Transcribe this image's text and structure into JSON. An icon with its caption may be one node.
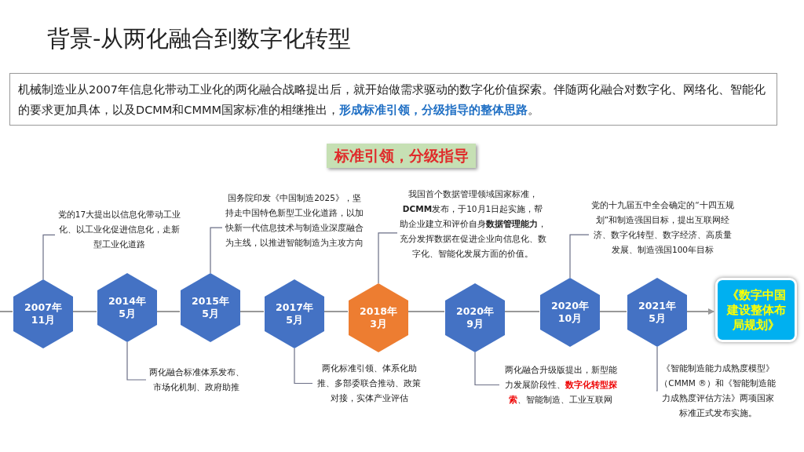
{
  "diagram": {
    "title": "背景-从两化融合到数字化转型",
    "nodes": [
      {
        "text": [
          "机械制造业从2007年信息化带动工业化的两化融合战略提出后，就开始做需求驱动的数字化价值探索。伴随两化融合对数字化、网络化、智能化的要求更加具体，以及DCMM和CMMM国家标准的相继推出，**形成标准引领，分级指导的整体思路**。"
        ]
      },
      {
        "text": [
          "标准引领，分级指导"
        ]
      },
      {
        "text": [
          "2007年11月"
        ]
      },
      {
        "text": [
          "2014年5月"
        ]
      },
      {
        "text": [
          "2015年5月"
        ]
      },
      {
        "text": [
          "2017年5月"
        ]
      },
      {
        "text": [
          "2018年3月"
        ]
      },
      {
        "text": [
          "2020年9月"
        ]
      },
      {
        "text": [
          "2020年10月"
        ]
      },
      {
        "text": [
          "2021年5月"
        ]
      },
      {
        "text": [
          "《数字中国建设整体布局规划》"
        ]
      },
      {
        "text": [
          "党的17大提出以信息化带动工业化、以工业化促进信息化，走新型工业化道路"
        ]
      },
      {
        "text": [
          "两化融合标准体系发布、市场化机制、政府助推"
        ]
      },
      {
        "text": [
          "国务院印发《中国制造2025》，坚持走中国特色新型工业化道路，以加快新一代信息技术与制造业深度融合为主线，以推进智能制造为主攻方向"
        ]
      },
      {
        "text": [
          "两化标准引领、体系化助推、多部委联合推动、政策对接，实体产业评估"
        ]
      },
      {
        "text": [
          "我国首个数据管理领域国家标准，**DCMM**发布，于10月1日起实施，帮助企业建立和评价自身**数据管理能力**，充分发挥数据在促进企业向信息化、数字化、智能化发展方面的价值。"
        ]
      },
      {
        "text": [
          "两化融合升级版提出，新型能力发展阶段性、**数字化转型探索**、智能制造、工业互联网"
        ]
      },
      {
        "text": [
          "党的十九届五中全会确定的“十四五规划”和制造强国目标，提出互联网经济、数字化转型、数字经济、高质量发展、制造强国100年目标"
        ]
      },
      {
        "text": [
          "《智能制造能力成熟度模型》（CMMM ®）和《智能制造能力成熟度评估方法》两项国家标准正式发布实施。"
        ]
      }
    ],
    "edges": [
      {
        "from": 11,
        "to": 2,
        "arrow": "none"
      },
      {
        "from": 12,
        "to": 3,
        "arrow": "none"
      },
      {
        "from": 13,
        "to": 4,
        "arrow": "none"
      },
      {
        "from": 14,
        "to": 5,
        "arrow": "none"
      },
      {
        "from": 15,
        "to": 6,
        "arrow": "none"
      },
      {
        "from": 16,
        "to": 7,
        "arrow": "none"
      },
      {
        "from": 17,
        "to": 8,
        "arrow": "none"
      },
      {
        "from": 18,
        "to": 9,
        "arrow": "none"
      },
      {
        "from": null,
        "to": 2,
        "arrow": "none"
      },
      {
        "from": 2,
        "to": 3,
        "arrow": "none"
      },
      {
        "from": 3,
        "to": 4,
        "arrow": "none"
      },
      {
        "from": 4,
        "to": 5,
        "arrow": "none"
      },
      {
        "from": 5,
        "to": 6,
        "arrow": "none"
      },
      {
        "from": 6,
        "to": 7,
        "arrow": "none"
      },
      {
        "from": 7,
        "to": 8,
        "arrow": "none"
      },
      {
        "from": 8,
        "to": 9,
        "arrow": "none"
      },
      {
        "from": 9,
        "to": 10,
        "arrow": "to"
      }
    ]
  }
}
